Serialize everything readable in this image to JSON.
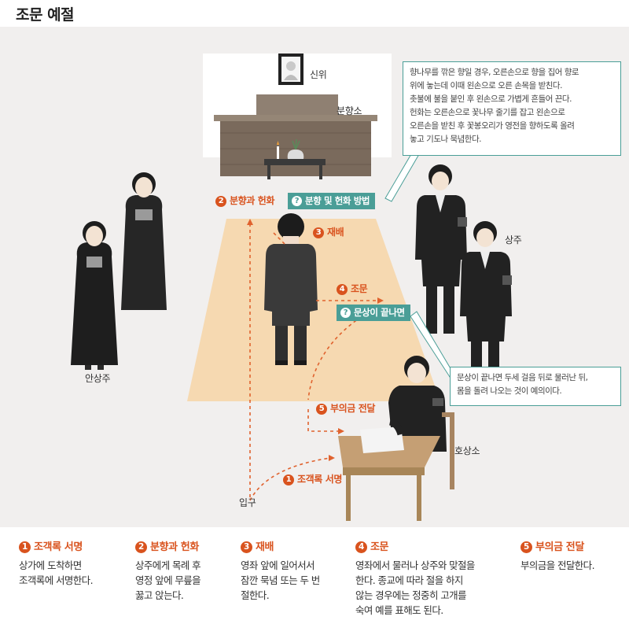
{
  "title": "조문 예절",
  "labels": {
    "sinwi": "신위",
    "bunhyangso": "분향소",
    "sangju": "상주",
    "ansangju": "안상주",
    "hosangso": "호상소",
    "ipgu": "입구"
  },
  "steps": [
    {
      "num": "1",
      "label": "조객록 서명"
    },
    {
      "num": "2",
      "label": "분향과 헌화"
    },
    {
      "num": "3",
      "label": "재배"
    },
    {
      "num": "4",
      "label": "조문"
    },
    {
      "num": "5",
      "label": "부의금 전달"
    }
  ],
  "tags": {
    "bunhyang_method": "분향 및 헌화 방법",
    "after_mourning": "문상이 끝나면"
  },
  "tag_icon": "?",
  "info_boxes": {
    "bunhyang": [
      "향나무를 깎은 향일 경우, 오른손으로 향을 집어 향로",
      "위에 놓는데 이때 왼손으로 오른 손목을 받친다.",
      "촛불에 불을 붙인 후 왼손으로 가볍게 흔들어 끈다.",
      "헌화는 오른손으로 꽃나무 줄기를 잡고 왼손으로",
      "오른손을 받친 후 꽃봉오리가 영전을 향하도록 올려",
      "놓고 기도나 묵념한다."
    ],
    "after": [
      "문상이 끝나면 두세 걸음 뒤로 물러난 뒤,",
      "몸을 돌려 나오는 것이 예의이다."
    ]
  },
  "descriptions": [
    {
      "num": "1",
      "title": "조객록 서명",
      "lines": [
        "상가에 도착하면",
        "조객록에 서명한다."
      ]
    },
    {
      "num": "2",
      "title": "분향과 헌화",
      "lines": [
        "상주에게 목례 후",
        "영정 앞에 무릎을",
        "꿇고 앉는다."
      ]
    },
    {
      "num": "3",
      "title": "재배",
      "lines": [
        "영좌 앞에 일어서서",
        "잠깐 묵념 또는 두 번",
        "절한다."
      ]
    },
    {
      "num": "4",
      "title": "조문",
      "lines": [
        "영좌에서 물러나 상주와 맞절을",
        "한다. 종교에 따라 절을 하지",
        "않는 경우에는 정중히 고개를",
        "숙여 예를 표해도 된다."
      ]
    },
    {
      "num": "5",
      "title": "부의금 전달",
      "lines": [
        "부의금을 전달한다."
      ]
    }
  ],
  "colors": {
    "accent": "#d9531e",
    "teal": "#4a9e97",
    "path": "#f6d9b1",
    "altar": "#7a6a5c",
    "background": "#f1efee"
  }
}
